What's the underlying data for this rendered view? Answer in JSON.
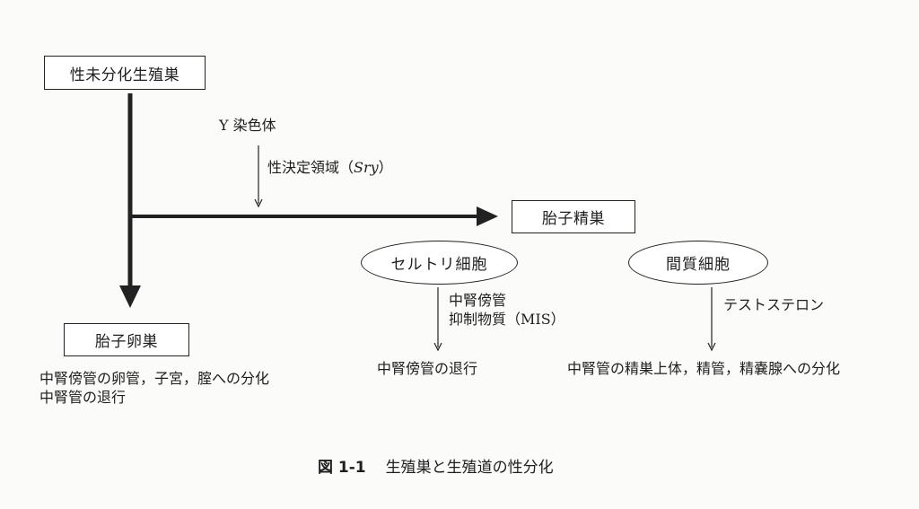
{
  "nodes": {
    "undiff_gonad": "性未分化生殖巣",
    "fetal_testis": "胎子精巣",
    "sertoli": "セルトリ細胞",
    "leydig": "間質細胞",
    "fetal_ovary": "胎子卵巣"
  },
  "labels": {
    "y_chrom": "Y 染色体",
    "sry_prefix": "性決定領域（",
    "sry_italic": "Sry",
    "sry_suffix": "）",
    "mis_line1": "中腎傍管",
    "mis_line2": "抑制物質（MIS）",
    "testosterone": "テストステロン",
    "paramesonephric_regression": "中腎傍管の退行",
    "mesonephric_diff": "中腎管の精巣上体，精管，精嚢腺への分化",
    "ovary_out_line1": "中腎傍管の卵管，子宮，腟への分化",
    "ovary_out_line2": "中腎管の退行"
  },
  "caption": {
    "figure_number": "図 1-1",
    "title": "生殖巣と生殖道の性分化"
  }
}
